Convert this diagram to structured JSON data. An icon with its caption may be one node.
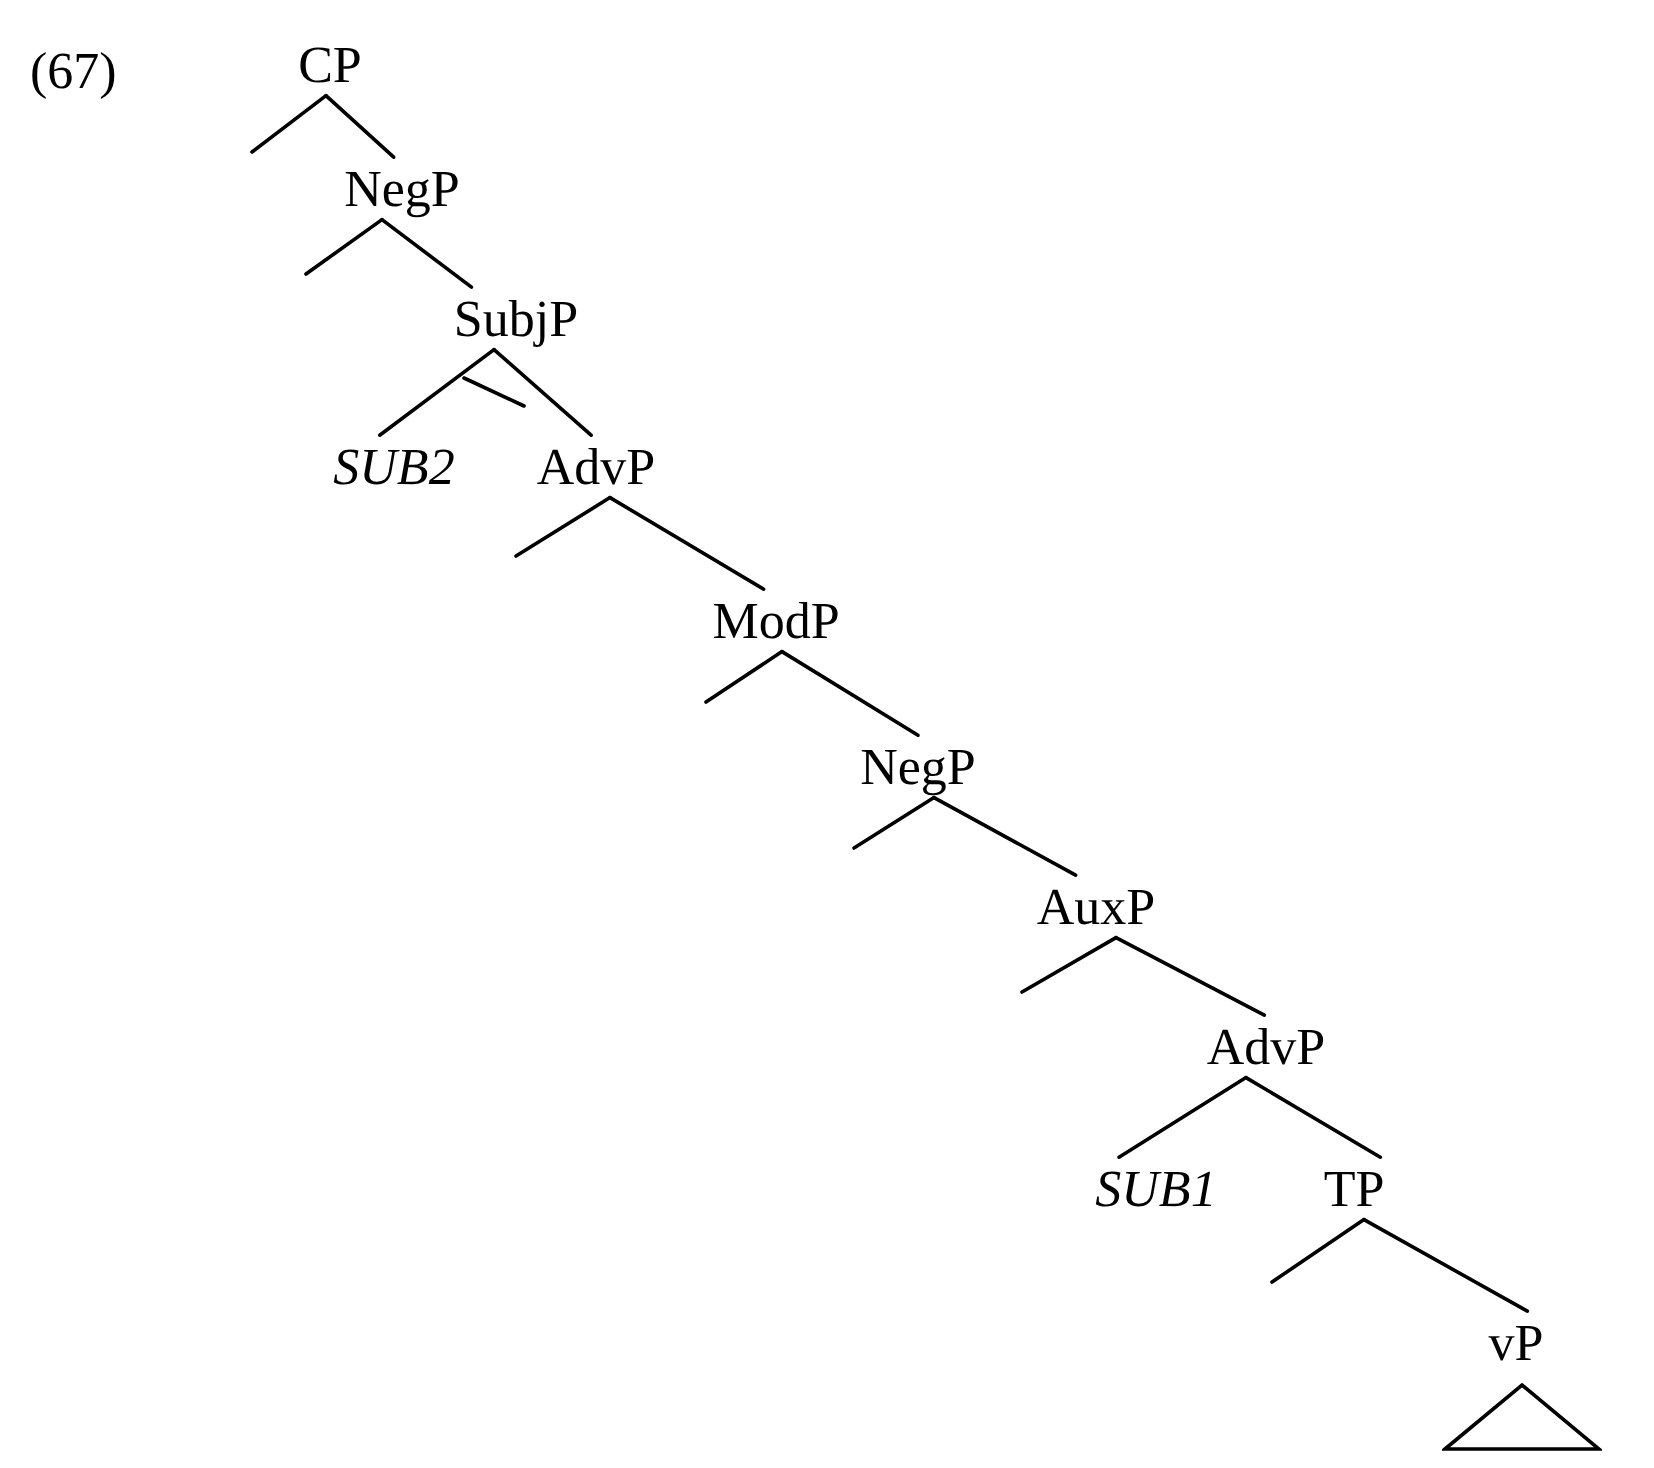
{
  "diagram": {
    "nodes": [
      {
        "text": [
          "CP"
        ]
      },
      {
        "text": [
          "NegP"
        ]
      },
      {
        "text": [
          "SubjP"
        ]
      },
      {
        "text": [
          "SUB2"
        ]
      },
      {
        "text": [
          "AdvP"
        ]
      },
      {
        "text": [
          "ModP"
        ]
      },
      {
        "text": [
          "NegP"
        ]
      },
      {
        "text": [
          "AuxP"
        ]
      },
      {
        "text": [
          "AdvP"
        ]
      },
      {
        "text": [
          "SUB1"
        ]
      },
      {
        "text": [
          "TP"
        ]
      },
      {
        "text": [
          "vP"
        ]
      },
      {
        "text": [],
        "shape": "triangle"
      }
    ],
    "edges": [
      {
        "from": 0,
        "to": null,
        "arrow": "none"
      },
      {
        "from": 0,
        "to": 1,
        "arrow": "none"
      },
      {
        "from": 1,
        "to": null,
        "arrow": "none"
      },
      {
        "from": 1,
        "to": 2,
        "arrow": "none"
      },
      {
        "from": 2,
        "to": 3,
        "arrow": "none"
      },
      {
        "from": 2,
        "to": 4,
        "arrow": "none"
      },
      {
        "from": 4,
        "to": null,
        "arrow": "none"
      },
      {
        "from": 4,
        "to": 5,
        "arrow": "none"
      },
      {
        "from": 5,
        "to": null,
        "arrow": "none"
      },
      {
        "from": 5,
        "to": 6,
        "arrow": "none"
      },
      {
        "from": 6,
        "to": null,
        "arrow": "none"
      },
      {
        "from": 6,
        "to": 7,
        "arrow": "none"
      },
      {
        "from": 7,
        "to": null,
        "arrow": "none"
      },
      {
        "from": 7,
        "to": 8,
        "arrow": "none"
      },
      {
        "from": 8,
        "to": 9,
        "arrow": "none"
      },
      {
        "from": 8,
        "to": 10,
        "arrow": "none"
      },
      {
        "from": 10,
        "to": null,
        "arrow": "none"
      },
      {
        "from": 10,
        "to": 11,
        "arrow": "none"
      }
    ],
    "labels": [
      "(67)"
    ]
  }
}
